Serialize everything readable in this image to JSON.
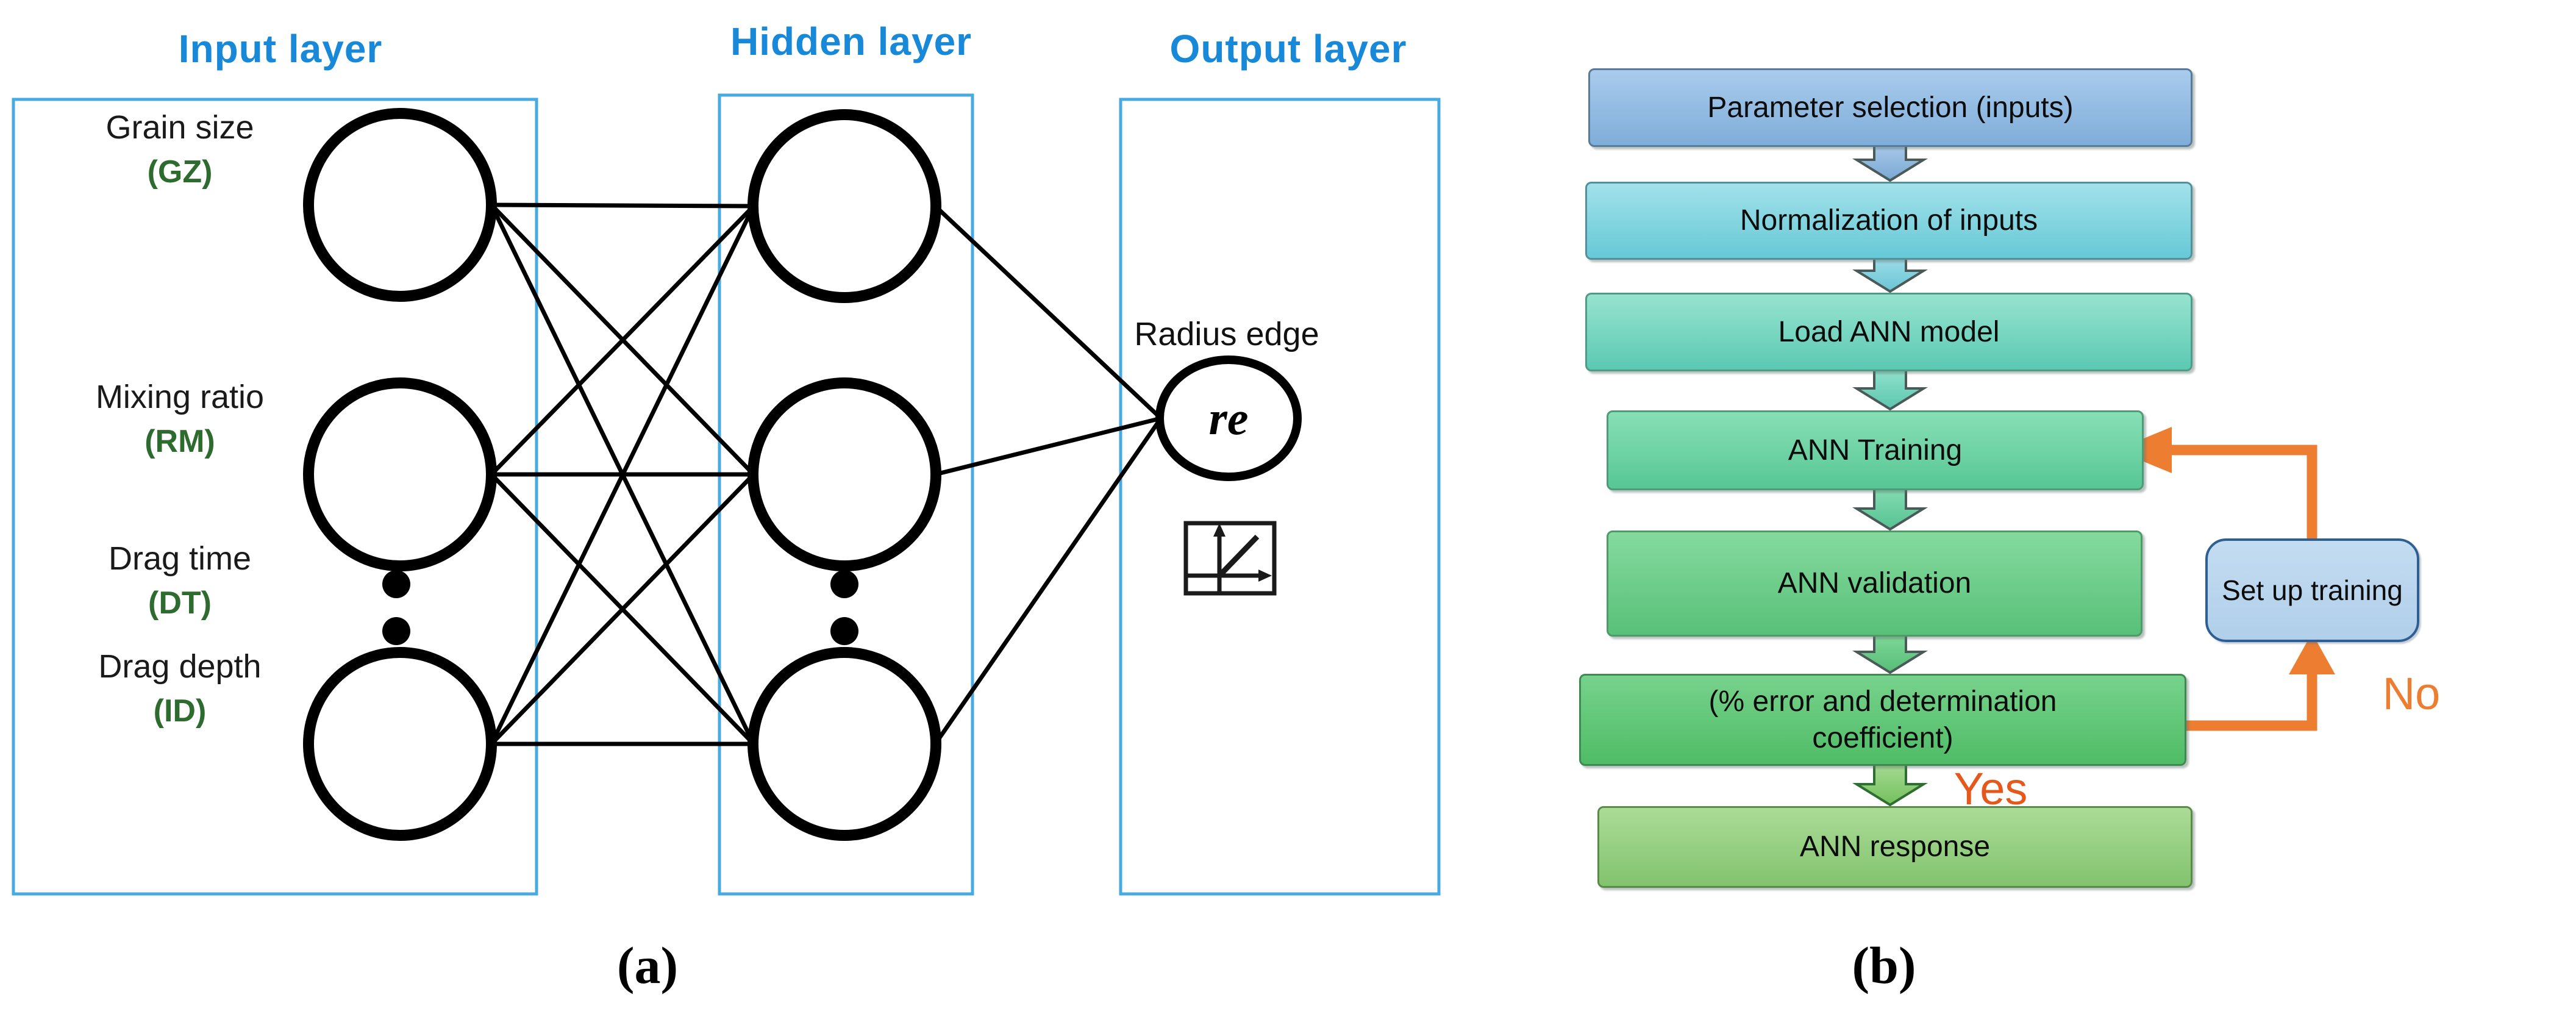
{
  "figure_a": {
    "caption": "(a)",
    "layer_titles": [
      {
        "title": "Input layer"
      },
      {
        "title": "Hidden layer"
      },
      {
        "title": "Output layer"
      }
    ],
    "inputs": [
      {
        "label": "Grain size",
        "abbr": "(GZ)"
      },
      {
        "label": "Mixing ratio",
        "abbr": "(RM)"
      },
      {
        "label": "Drag time",
        "abbr": "(DT)"
      },
      {
        "label": "Drag depth",
        "abbr": "(ID)"
      }
    ],
    "output": {
      "label": "Radius edge",
      "neuron_text": "re"
    },
    "icons": {
      "neuron": "circle-node-icon",
      "ellipsis": "vertical-dots-icon",
      "transfer_function": "linear-transfer-function-icon"
    },
    "colors": {
      "heading_blue": "#1789d8",
      "layer_box_border": "#47aae1",
      "abbr_green": "#2e6b2e",
      "network_black": "#000000"
    }
  },
  "figure_b": {
    "caption": "(b)",
    "steps": [
      {
        "label": "Parameter selection (inputs)",
        "fill_top": "#a9cbec",
        "fill_bottom": "#7fadd9",
        "border": "#5a7a9a"
      },
      {
        "label": "Normalization of inputs",
        "fill_top": "#a2e1ea",
        "fill_bottom": "#66c9d6",
        "border": "#55909a"
      },
      {
        "label": "Load ANN model",
        "fill_top": "#97e3cf",
        "fill_bottom": "#5bc9b2",
        "border": "#4f9a88"
      },
      {
        "label": "ANN Training",
        "fill_top": "#87dfb6",
        "fill_bottom": "#57c795",
        "border": "#4f9a78"
      },
      {
        "label": "ANN validation",
        "fill_top": "#85da9e",
        "fill_bottom": "#58c078",
        "border": "#4f9a68"
      },
      {
        "label": "(% error and determination coefficient)",
        "fill_top": "#77d28c",
        "fill_bottom": "#4fbc66",
        "border": "#3f8a50"
      },
      {
        "label": "ANN response",
        "fill_top": "#abdb97",
        "fill_bottom": "#82c36d",
        "border": "#5a8a4a"
      }
    ],
    "side_box": {
      "label": "Set up training",
      "fill_top": "#c3dcf1",
      "fill_bottom": "#b1cfea",
      "border": "#2e5f94"
    },
    "no_label": "No",
    "yes_label": "Yes",
    "icons": {
      "step_connector": "block-arrow-down-icon",
      "loop_back": "orange-elbow-arrow-icon"
    },
    "colors": {
      "orange": "#ED7D31",
      "yes_orange": "#e4581b",
      "no_orange": "#ED7D31",
      "arrow_outline": "#4a5a58",
      "arrow6_outline": "#2f6e31"
    },
    "arrow_gradients": [
      {
        "top": "#a8c8e8",
        "bottom": "#7aa8d4"
      },
      {
        "top": "#9cdde8",
        "bottom": "#6ac4d4"
      },
      {
        "top": "#90e0cc",
        "bottom": "#5cc6ae"
      },
      {
        "top": "#84dcb2",
        "bottom": "#56c292"
      },
      {
        "top": "#80d89a",
        "bottom": "#55bd75"
      },
      {
        "top": "#a6da92",
        "bottom": "#74c05e"
      }
    ]
  }
}
